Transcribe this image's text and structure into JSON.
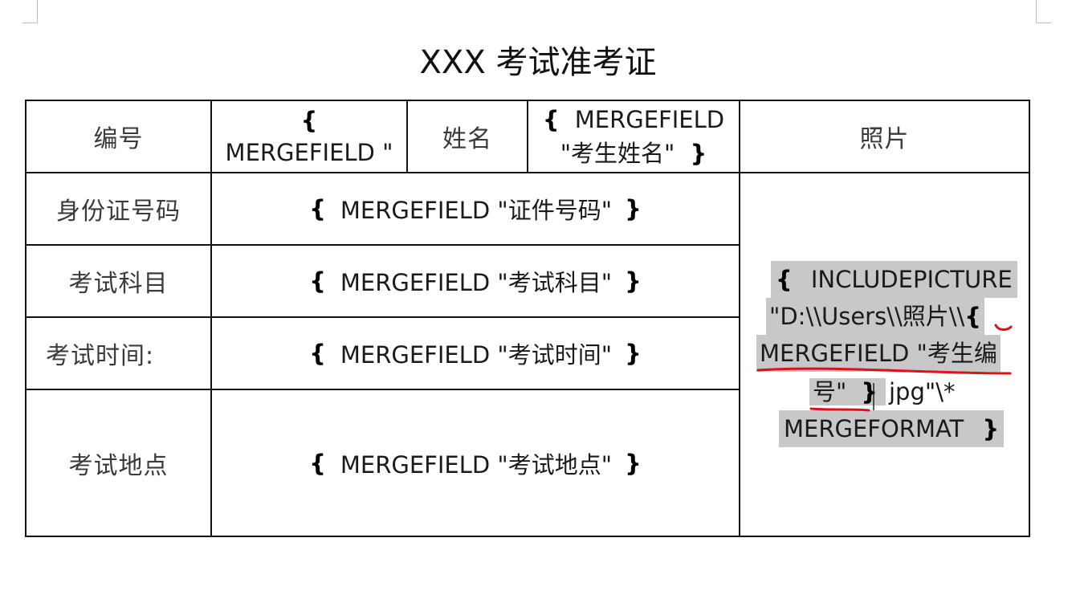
{
  "title": "XXX 考试准考证",
  "rows": {
    "number_label": "编号",
    "number_field_brace": "{",
    "number_field_text": "MERGEFIELD \"",
    "name_label": "姓名",
    "name_field_line1_brace": "{",
    "name_field_line1": "MERGEFIELD",
    "name_field_line2": "\"考生姓名\"",
    "name_field_line2_brace": "}",
    "photo_label": "照片",
    "id_label": "身份证号码",
    "id_field_open": "{",
    "id_field": "MERGEFIELD \"证件号码\"",
    "id_field_close": "}",
    "subject_label": "考试科目",
    "subject_field_open": "{",
    "subject_field": "MERGEFIELD \"考试科目\"",
    "subject_field_close": "}",
    "time_label": "考试时间:",
    "time_field_open": "{",
    "time_field": "MERGEFIELD \"考试时间\"",
    "time_field_close": "}",
    "place_label": "考试地点",
    "place_field_open": "{",
    "place_field": "MERGEFIELD \"考试地点\"",
    "place_field_close": "}"
  },
  "photo_field": {
    "line1_brace": "{",
    "line1": "INCLUDEPICTURE",
    "line2": "\"D:\\\\Users\\\\照片\\\\",
    "line2_brace": "{",
    "line3": "MERGEFIELD \"考生编",
    "line4": "号\"",
    "line4_brace": "}",
    "line4_tail": "jpg\"\\*",
    "line5": "MERGEFORMAT",
    "line5_brace": "}"
  },
  "colors": {
    "annotation": "#e0101a",
    "highlight": "#c8c8c8",
    "border": "#111111"
  }
}
